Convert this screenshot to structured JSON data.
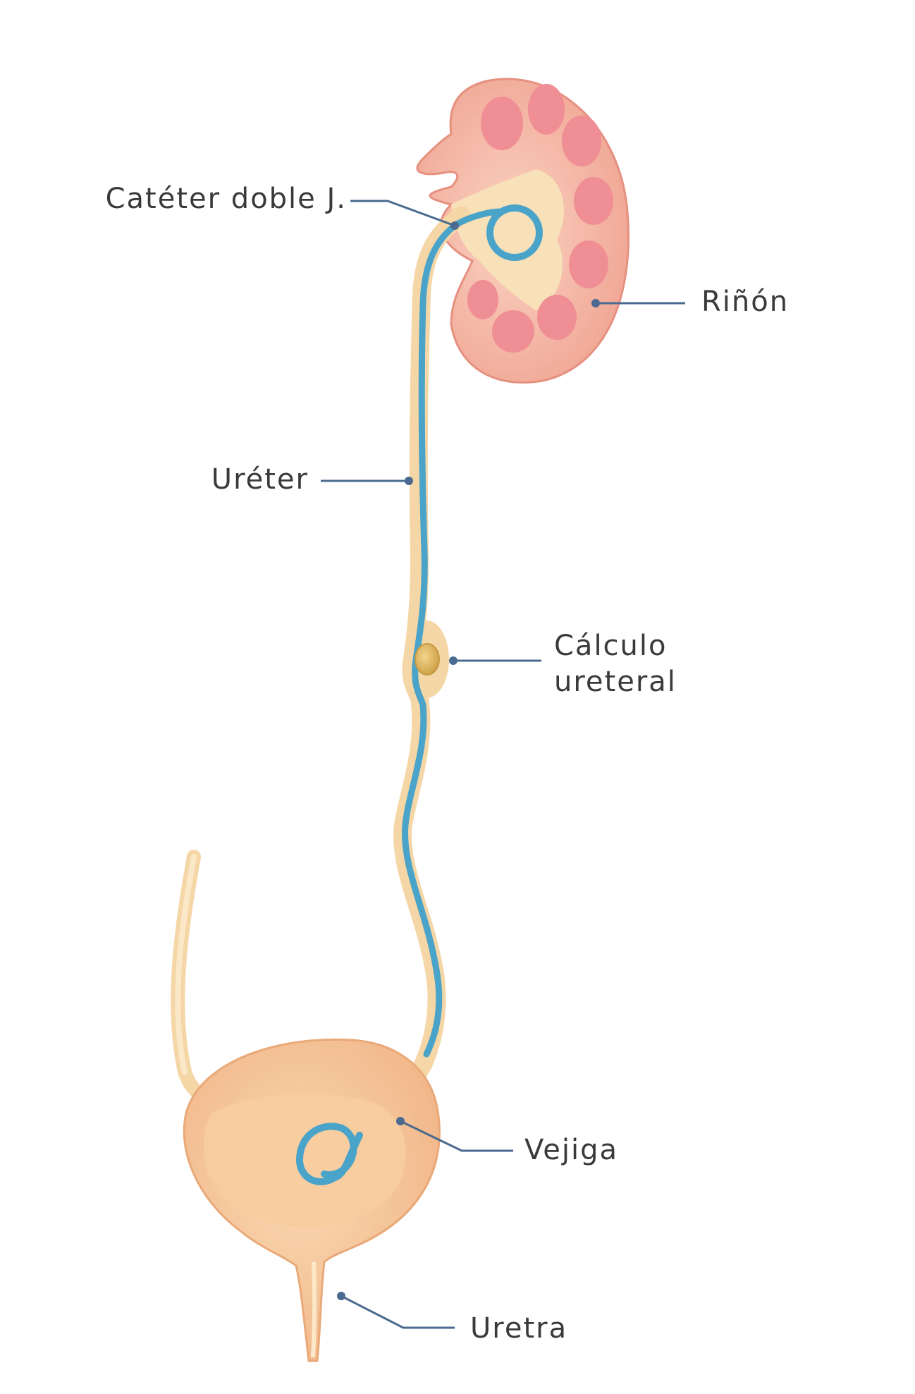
{
  "labels": {
    "cateter": "Catéter doble J.",
    "rinon": "Riñón",
    "ureter": "Uréter",
    "calculo_line1": "Cálculo",
    "calculo_line2": "ureteral",
    "vejiga": "Vejiga",
    "uretra": "Uretra"
  },
  "colors": {
    "leader": "#4a6a8f",
    "label_text": "#3a3a3a",
    "kidney_tissue": "#f2a597",
    "kidney_papilla": "#f08e95",
    "renal_pelvis": "#f8e2b8",
    "ureter": "#f5d6a6",
    "catheter": "#4aa3c9",
    "bladder": "#f6c190",
    "stone": "#e0b55c"
  }
}
